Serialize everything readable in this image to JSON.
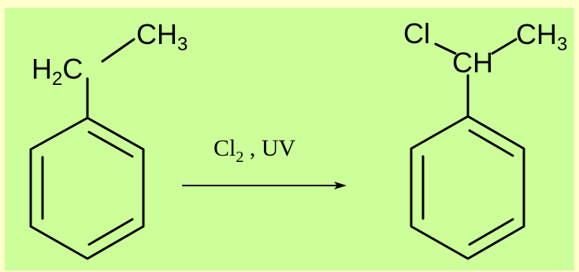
{
  "colors": {
    "background": "#ffffcc",
    "panel": "#ccff99",
    "ink": "#000000"
  },
  "reactant": {
    "ch2_main": "H",
    "ch2_sub": "2",
    "ch2_c": "C",
    "ch3_main": "CH",
    "ch3_sub": "3"
  },
  "conditions": {
    "reagent_main": "Cl",
    "reagent_sub": "2",
    "reagent_rest": " , UV"
  },
  "product": {
    "cl": "Cl",
    "ch": "CH",
    "ch3_main": "CH",
    "ch3_sub": "3"
  }
}
